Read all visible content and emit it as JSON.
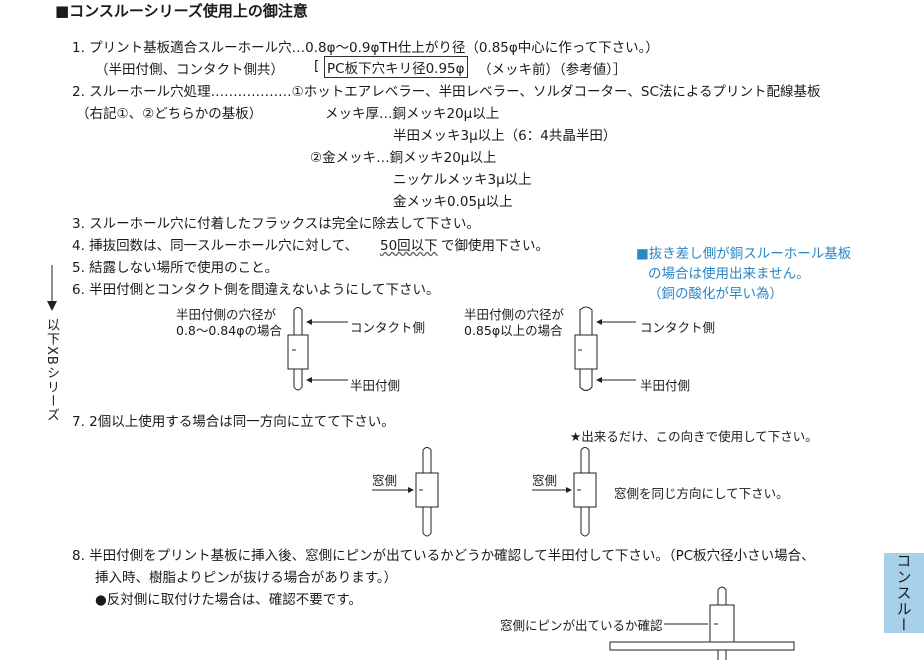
{
  "title": "■コンスルーシリーズ使用上の御注意",
  "items": {
    "i1_line1": "1.  プリント基板適合スルーホール穴…0.8φ〜0.9φTH仕上がり径（0.85φ中心に作って下さい。）",
    "i1_line2a": "（半田付側、コンタクト側共）",
    "i1_line2b": "PC板下穴キリ径0.95φ",
    "i1_line2c": "（メッキ前）（参考値）］",
    "i2_line1": "2.  スルーホール穴処理………………①ホットエアレベラー、半田レベラー、ソルダコーター、SC法によるプリント配線基板",
    "i2_line2a": "（右記①、②どちらかの基板）",
    "i2_line2b": "メッキ厚…銅メッキ20μ以上",
    "i2_line3": "半田メッキ3μ以上（6：4共晶半田）",
    "i2_line4": "②金メッキ…銅メッキ20μ以上",
    "i2_line5": "ニッケルメッキ3μ以上",
    "i2_line6": "金メッキ0.05μ以上",
    "i3": "3.  スルーホール穴に付着したフラックスは完全に除去して下さい。",
    "i4a": "4.  挿抜回数は、同一スルーホール穴に対して、",
    "i4b": "50回以下",
    "i4c": "で御使用下さい。",
    "i5": "5.  結露しない場所で使用のこと。",
    "i6": "6.  半田付側とコンタクト側を間違えないようにして下さい。",
    "i7": "7.  2個以上使用する場合は同一方向に立てて下さい。",
    "i8_line1": "8.  半田付側をプリント基板に挿入後、窓側にピンが出ているかどうか確認して半田付して下さい。（PC板穴径小さい場合、",
    "i8_line2": "挿入時、樹脂よりピンが抜ける場合があります。）",
    "i8_line3": "●反対側に取付けた場合は、確認不要です。"
  },
  "notes": {
    "blue_note1": "■抜き差し側が銅スルーホール基板",
    "blue_note2": "の場合は使用出来ません。",
    "blue_note3": "（銅の酸化が早い為）",
    "side_label": "以下XBシリーズ",
    "tab_label": "コンスルー"
  },
  "figures": {
    "fig6a_cap1": "半田付側の穴径が",
    "fig6a_cap2": "0.8〜0.84φの場合",
    "fig6a_contact": "コンタクト側",
    "fig6a_solder": "半田付側",
    "fig6b_cap1": "半田付側の穴径が",
    "fig6b_cap2": "0.85φ以上の場合",
    "fig6b_contact": "コンタクト側",
    "fig6b_solder": "半田付側",
    "fig7_star": "★出来るだけ、この向きで使用して下さい。",
    "fig7_window_a": "窓側",
    "fig7_window_b": "窓側",
    "fig7_same_dir": "窓側を同じ方向にして下さい。",
    "fig8_check": "窓側にピンが出ているか確認"
  }
}
